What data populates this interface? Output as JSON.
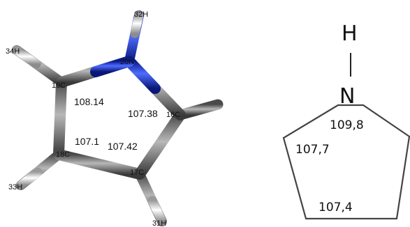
{
  "model": {
    "atoms": [
      {
        "key": "n20",
        "label": "20N"
      },
      {
        "key": "c19",
        "label": "19C"
      },
      {
        "key": "c18",
        "label": "18C"
      },
      {
        "key": "c17",
        "label": "17C"
      },
      {
        "key": "c16",
        "label": "16C"
      },
      {
        "key": "h32",
        "label": "32H"
      },
      {
        "key": "h34",
        "label": "34H"
      },
      {
        "key": "h33",
        "label": "33H"
      },
      {
        "key": "h31",
        "label": "31H"
      }
    ],
    "angles": [
      {
        "key": "a19",
        "value": "108.14"
      },
      {
        "key": "a16",
        "value": "107.38"
      },
      {
        "key": "a18",
        "value": "107.1"
      },
      {
        "key": "a17",
        "value": "107.42"
      }
    ],
    "colors": {
      "carbon": "#6b6b6b",
      "nitrogen": "#1f3fd0",
      "hydrogen": "#d9d9d9"
    }
  },
  "schematic": {
    "atoms": {
      "h": "H",
      "n": "N"
    },
    "angles": [
      {
        "key": "s_n",
        "value": "109,8"
      },
      {
        "key": "s_l",
        "value": "107,7"
      },
      {
        "key": "s_b",
        "value": "107,4"
      }
    ]
  }
}
